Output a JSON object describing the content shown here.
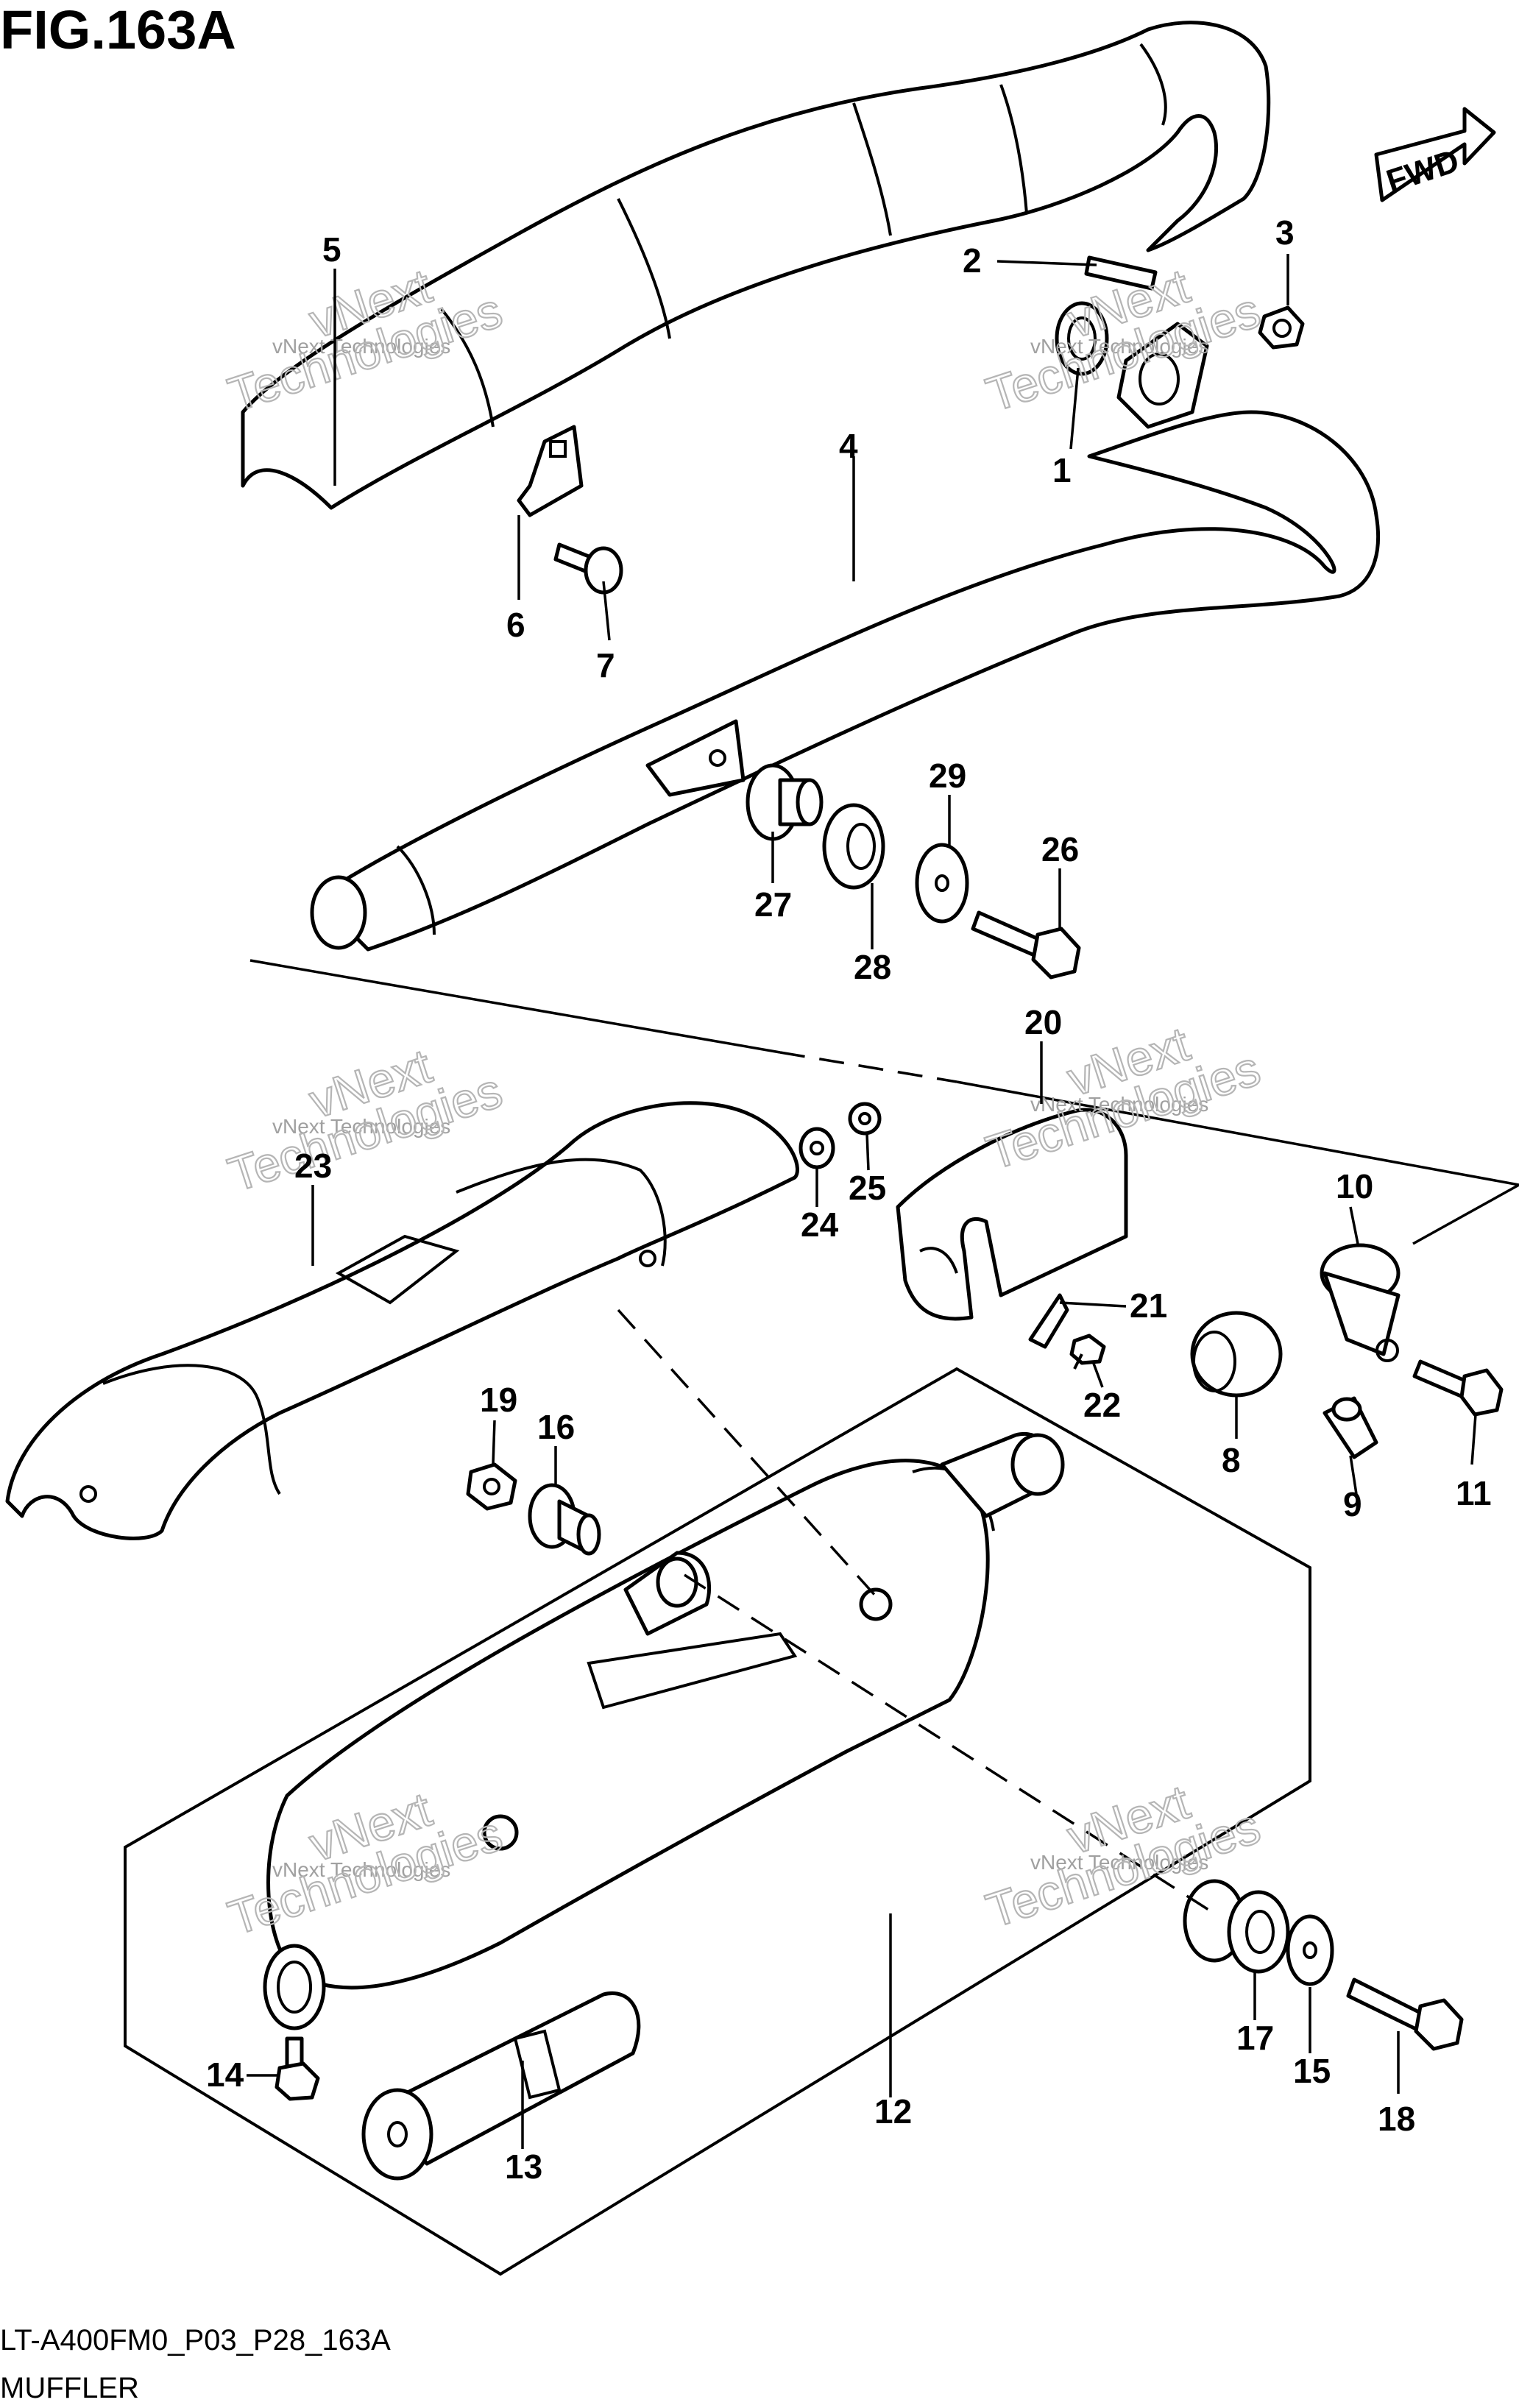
{
  "figure": {
    "title": "FIG.163A"
  },
  "footer": {
    "code": "LT-A400FM0_P03_P28_163A",
    "name": "MUFFLER"
  },
  "direction": {
    "label": "FWD"
  },
  "watermark": {
    "line1": "vNext Technologies",
    "line2": "vNext",
    "line3": "Technologies"
  },
  "callouts": [
    "1",
    "2",
    "3",
    "4",
    "5",
    "6",
    "7",
    "8",
    "9",
    "10",
    "11",
    "12",
    "13",
    "14",
    "15",
    "16",
    "17",
    "18",
    "19",
    "20",
    "21",
    "22",
    "23",
    "24",
    "25",
    "26",
    "27",
    "28",
    "29"
  ]
}
